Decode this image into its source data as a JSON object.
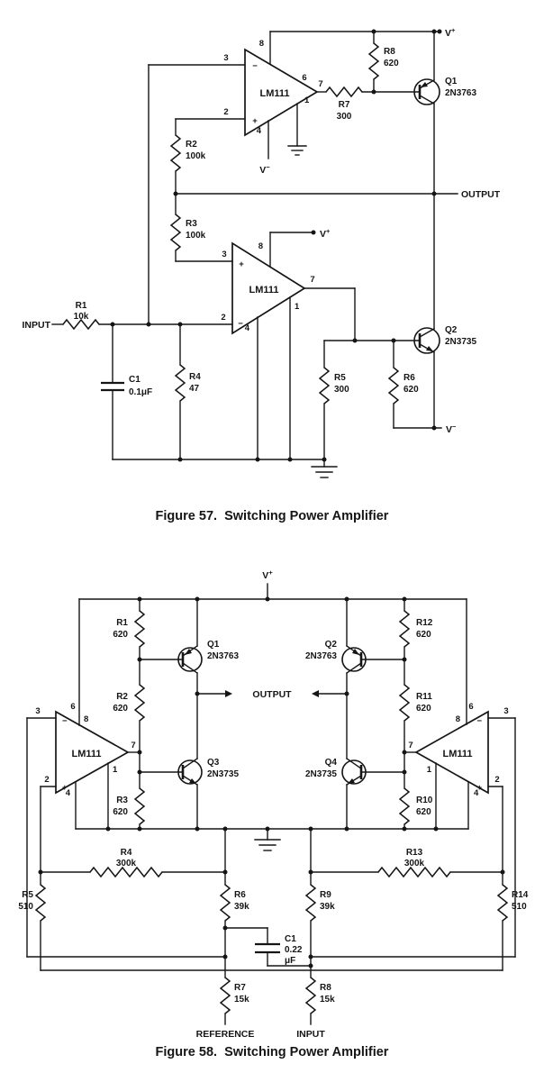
{
  "f57": {
    "caption": "Figure 57.  Switching Power Amplifier",
    "ic": "LM111",
    "terminals": {
      "input": "INPUT",
      "output": "OUTPUT",
      "v": "V",
      "plus": "+",
      "minus": "−"
    },
    "pins": {
      "p1": "1",
      "p2": "2",
      "p3": "3",
      "p4": "4",
      "p6": "6",
      "p7": "7",
      "p8": "8",
      "inv": "−",
      "non": "+"
    },
    "r1": {
      "ref": "R1",
      "val": "10k"
    },
    "r2": {
      "ref": "R2",
      "val": "100k"
    },
    "r3": {
      "ref": "R3",
      "val": "100k"
    },
    "r4": {
      "ref": "R4",
      "val": "47"
    },
    "r5": {
      "ref": "R5",
      "val": "300"
    },
    "r6": {
      "ref": "R6",
      "val": "620"
    },
    "r7": {
      "ref": "R7",
      "val": "300"
    },
    "r8": {
      "ref": "R8",
      "val": "620"
    },
    "c1": {
      "ref": "C1",
      "val": "0.1μF"
    },
    "q1": {
      "ref": "Q1",
      "val": "2N3763"
    },
    "q2": {
      "ref": "Q2",
      "val": "2N3735"
    }
  },
  "f58": {
    "caption": "Figure 58.  Switching Power Amplifier",
    "ic": "LM111",
    "terminals": {
      "v": "V",
      "plus": "+",
      "output": "OUTPUT",
      "reference": "REFERENCE",
      "input": "INPUT"
    },
    "pins": {
      "p1": "1",
      "p2": "2",
      "p3": "3",
      "p4": "4",
      "p6": "6",
      "p7": "7",
      "p8": "8",
      "inv": "−",
      "non": "+"
    },
    "r1": {
      "ref": "R1",
      "val": "620"
    },
    "r2": {
      "ref": "R2",
      "val": "620"
    },
    "r3": {
      "ref": "R3",
      "val": "620"
    },
    "r4": {
      "ref": "R4",
      "val": "300k"
    },
    "r5": {
      "ref": "R5",
      "val": "510"
    },
    "r6": {
      "ref": "R6",
      "val": "39k"
    },
    "r7": {
      "ref": "R7",
      "val": "15k"
    },
    "r8": {
      "ref": "R8",
      "val": "15k"
    },
    "r9": {
      "ref": "R9",
      "val": "39k"
    },
    "r10": {
      "ref": "R10",
      "val": "620"
    },
    "r11": {
      "ref": "R11",
      "val": "620"
    },
    "r12": {
      "ref": "R12",
      "val": "620"
    },
    "r13": {
      "ref": "R13",
      "val": "300k"
    },
    "r14": {
      "ref": "R14",
      "val": "510"
    },
    "c1": {
      "ref": "C1",
      "val1": "0.22",
      "val2": "μF"
    },
    "q1": {
      "ref": "Q1",
      "val": "2N3763"
    },
    "q2": {
      "ref": "Q2",
      "val": "2N3763"
    },
    "q3": {
      "ref": "Q3",
      "val": "2N3735"
    },
    "q4": {
      "ref": "Q4",
      "val": "2N3735"
    }
  }
}
